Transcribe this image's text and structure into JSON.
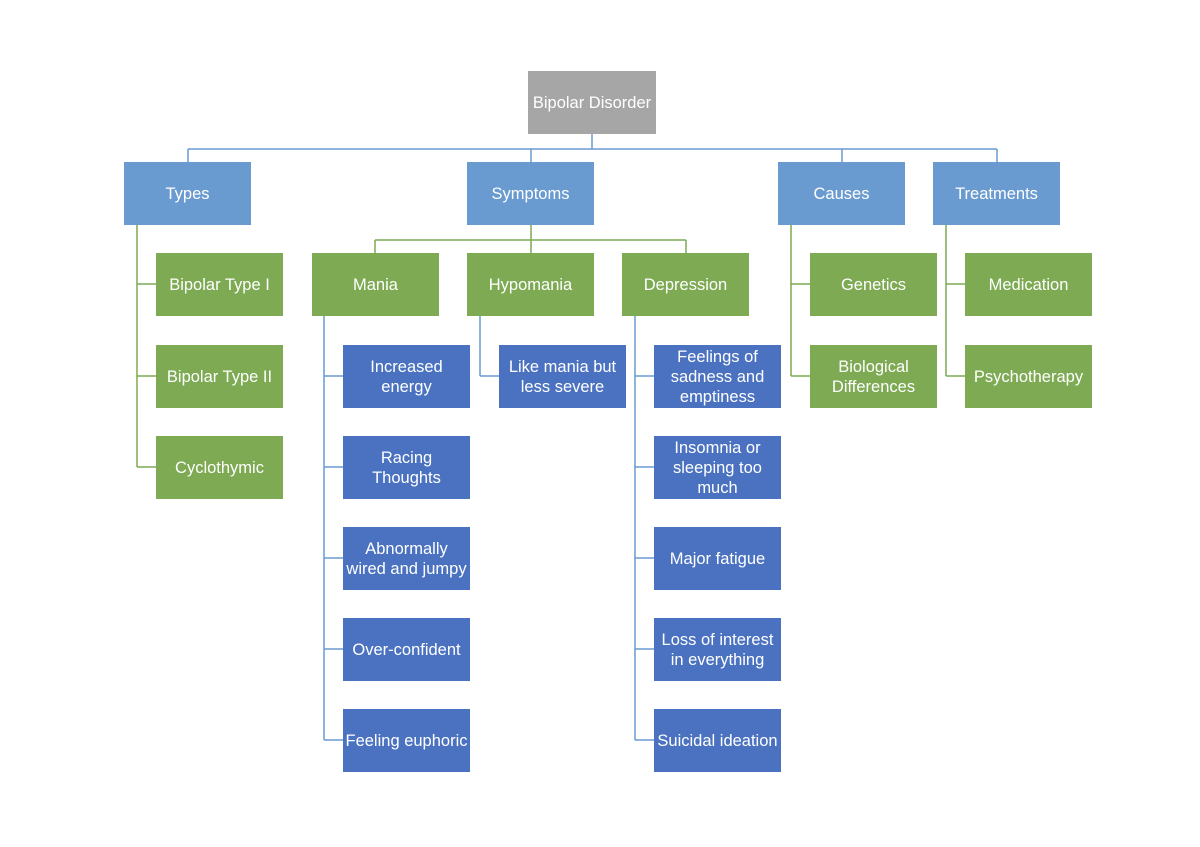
{
  "root": {
    "label": "Bipolar Disorder"
  },
  "categories": {
    "types": {
      "label": "Types",
      "items": [
        "Bipolar Type I",
        "Bipolar Type II",
        "Cyclothymic"
      ]
    },
    "symptoms": {
      "label": "Symptoms",
      "groups": {
        "mania": {
          "label": "Mania",
          "items": [
            "Increased energy",
            "Racing Thoughts",
            "Abnormally wired and jumpy",
            "Over-confident",
            "Feeling euphoric"
          ]
        },
        "hypomania": {
          "label": "Hypomania",
          "items": [
            "Like mania but less severe"
          ]
        },
        "depression": {
          "label": "Depression",
          "items": [
            "Feelings of sadness and emptiness",
            "Insomnia or sleeping too much",
            "Major fatigue",
            "Loss of interest in everything",
            "Suicidal ideation"
          ]
        }
      }
    },
    "causes": {
      "label": "Causes",
      "items": [
        "Genetics",
        "Biological Differences"
      ]
    },
    "treatments": {
      "label": "Treatments",
      "items": [
        "Medication",
        "Psychotherapy"
      ]
    }
  },
  "colors": {
    "root": "#a6a6a6",
    "category": "#699ad0",
    "green_node": "#7daa53",
    "blue_node": "#4a72c0",
    "blue_connector": "#699ad0",
    "green_connector": "#7daa53"
  }
}
